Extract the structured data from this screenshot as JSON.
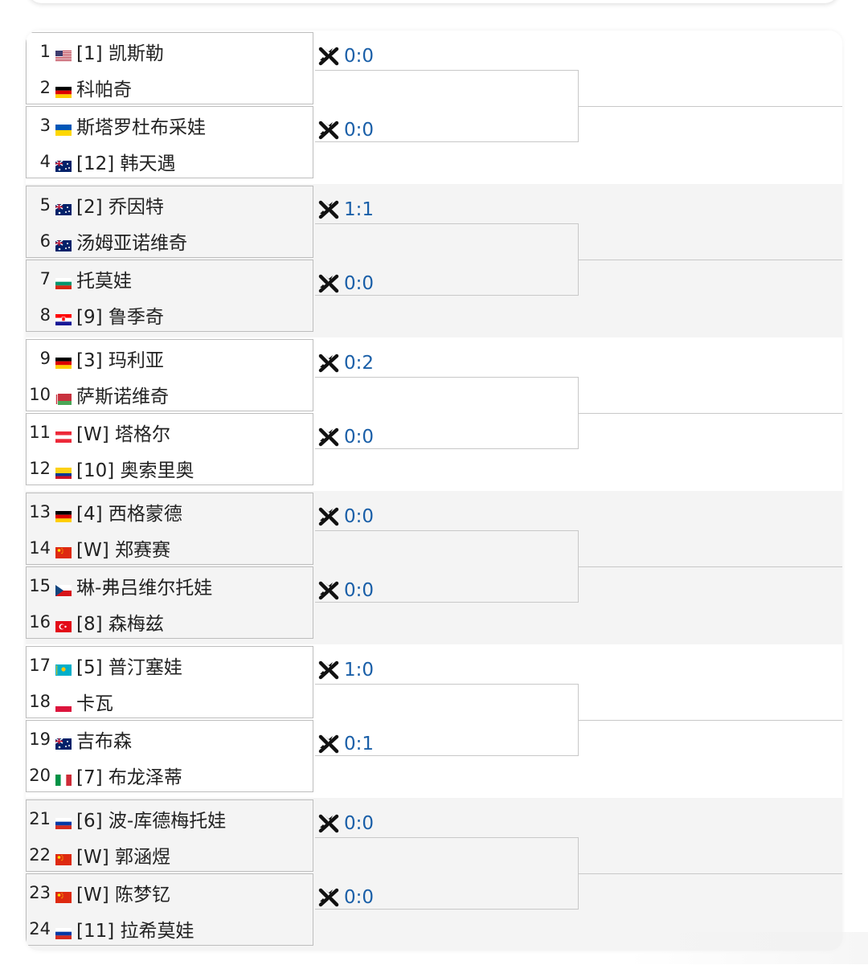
{
  "colors": {
    "score": "#1a5fa8",
    "line": "#c8c8c8",
    "gray_band": "#f4f4f4"
  },
  "groups": [
    {
      "players": [
        {
          "no": "1",
          "flag": "us",
          "name": "[1] 凯斯勒"
        },
        {
          "no": "2",
          "flag": "de",
          "name": "科帕奇"
        },
        {
          "no": "3",
          "flag": "ua",
          "name": "斯塔罗杜布采娃"
        },
        {
          "no": "4",
          "flag": "au",
          "name": "[12] 韩天遇"
        }
      ],
      "scores": [
        "0:0",
        "0:0"
      ]
    },
    {
      "players": [
        {
          "no": "5",
          "flag": "au",
          "name": "[2] 乔因特"
        },
        {
          "no": "6",
          "flag": "au",
          "name": "汤姆亚诺维奇"
        },
        {
          "no": "7",
          "flag": "bg",
          "name": "托莫娃"
        },
        {
          "no": "8",
          "flag": "hr",
          "name": "[9] 鲁季奇"
        }
      ],
      "scores": [
        "1:1",
        "0:0"
      ]
    },
    {
      "players": [
        {
          "no": "9",
          "flag": "de",
          "name": "[3] 玛利亚"
        },
        {
          "no": "10",
          "flag": "by",
          "name": "萨斯诺维奇"
        },
        {
          "no": "11",
          "flag": "at",
          "name": "[W] 塔格尔"
        },
        {
          "no": "12",
          "flag": "co",
          "name": "[10] 奥索里奥"
        }
      ],
      "scores": [
        "0:2",
        "0:0"
      ]
    },
    {
      "players": [
        {
          "no": "13",
          "flag": "de",
          "name": "[4] 西格蒙德"
        },
        {
          "no": "14",
          "flag": "cn",
          "name": "[W] 郑赛赛"
        },
        {
          "no": "15",
          "flag": "cz",
          "name": "琳-弗吕维尔托娃"
        },
        {
          "no": "16",
          "flag": "tr",
          "name": "[8] 森梅兹"
        }
      ],
      "scores": [
        "0:0",
        "0:0"
      ]
    },
    {
      "players": [
        {
          "no": "17",
          "flag": "kz",
          "name": "[5] 普汀塞娃"
        },
        {
          "no": "18",
          "flag": "pl",
          "name": "卡瓦"
        },
        {
          "no": "19",
          "flag": "au",
          "name": "吉布森"
        },
        {
          "no": "20",
          "flag": "it",
          "name": "[7] 布龙泽蒂"
        }
      ],
      "scores": [
        "1:0",
        "0:1"
      ]
    },
    {
      "players": [
        {
          "no": "21",
          "flag": "ru",
          "name": "[6] 波-库德梅托娃"
        },
        {
          "no": "22",
          "flag": "cn",
          "name": "[W] 郭涵煜"
        },
        {
          "no": "23",
          "flag": "cn",
          "name": "[W] 陈梦钇"
        },
        {
          "no": "24",
          "flag": "ru",
          "name": "[11] 拉希莫娃"
        }
      ],
      "scores": [
        "0:0",
        "0:0"
      ]
    }
  ]
}
